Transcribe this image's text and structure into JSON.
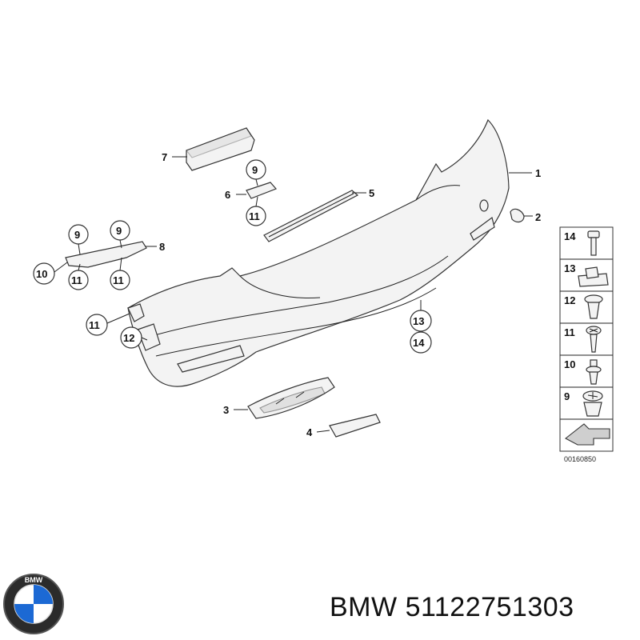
{
  "callouts": {
    "c1": "1",
    "c2": "2",
    "c3": "3",
    "c4": "4",
    "c5": "5",
    "c6": "6",
    "c7": "7",
    "c8": "8",
    "c9a": "9",
    "c9b": "9",
    "c9c": "9",
    "c10": "10",
    "c11a": "11",
    "c11b": "11",
    "c11c": "11",
    "c11d": "11",
    "c12": "12",
    "c13": "13",
    "c14": "14"
  },
  "legend": {
    "items": [
      "14",
      "13",
      "12",
      "11",
      "10",
      "9"
    ],
    "drawing_number": "00160850"
  },
  "brand": {
    "logo_letters": "BMW",
    "name": "BMW",
    "part_number": "51122751303"
  },
  "colors": {
    "line": "#222222",
    "part_fill": "#f3f3f3",
    "logo_blue": "#1c69d4"
  }
}
